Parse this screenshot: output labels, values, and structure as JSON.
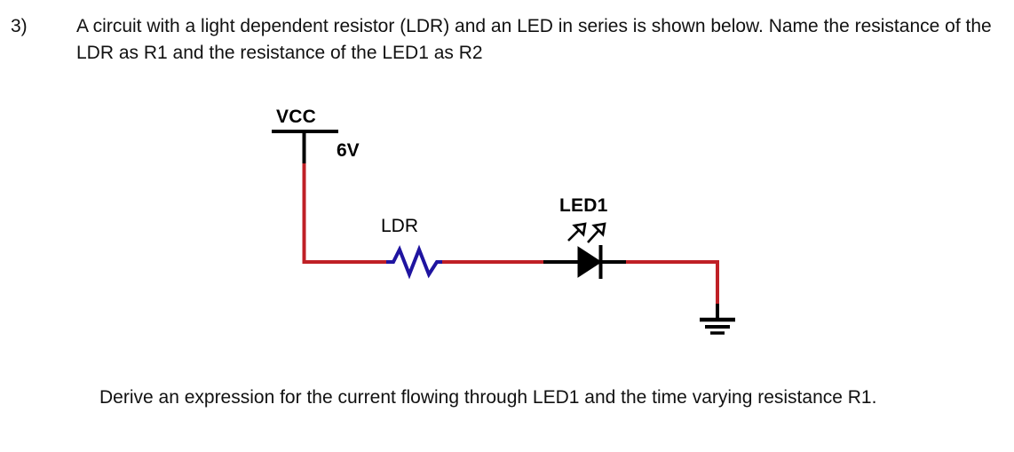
{
  "question": {
    "number": "3)",
    "body": "A circuit with a light dependent resistor (LDR) and an LED in series is shown below. Name the resistance of the LDR as R1 and the resistance of the LED1 as R2",
    "tail": "Derive an expression for the current flowing through LED1 and the time varying resistance R1."
  },
  "circuit": {
    "labels": {
      "vcc": "VCC",
      "supply_voltage": "6V",
      "ldr": "LDR",
      "led": "LED1"
    },
    "colors": {
      "wire": "#bf2026",
      "component_black": "#000000",
      "resistor_blue": "#1f14a0",
      "text": "#111111"
    },
    "components": [
      {
        "name": "vcc-rail",
        "type": "power-rail",
        "label": "VCC"
      },
      {
        "name": "supply",
        "type": "voltage-source",
        "value": "6V"
      },
      {
        "name": "ldr",
        "type": "resistor",
        "label": "LDR",
        "designator": "R1"
      },
      {
        "name": "led1",
        "type": "led",
        "label": "LED1",
        "designator": "R2"
      },
      {
        "name": "gnd",
        "type": "ground",
        "label": ""
      }
    ]
  }
}
